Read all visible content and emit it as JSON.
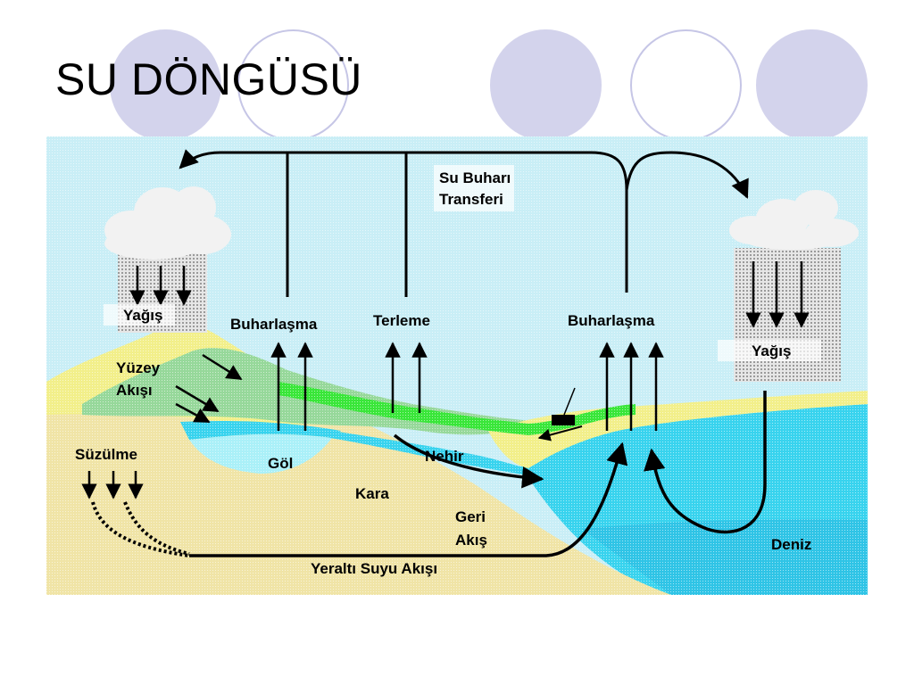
{
  "slide": {
    "title": "SU DÖNGÜSÜ"
  },
  "colors": {
    "sky": "#c9eef6",
    "land_sand": "#f0e4a6",
    "land_yellow": "#f2ef8a",
    "vegetation_green": "#96d89a",
    "grass_bright": "#39e639",
    "water": "#38d3ee",
    "lake_water": "#aaf0f8",
    "cloud": "#f2f2f2",
    "rain": "#cfcfcf",
    "arrow": "#000000",
    "deco_circle_fill": "#d3d3ec",
    "deco_circle_outline": "#c6c6e6"
  },
  "icons": [
    "rain-cloud-icon",
    "ship-icon"
  ],
  "labels": {
    "vapor_transfer_line1": "Su Buharı",
    "vapor_transfer_line2": "Transferi",
    "precipitation_left": "Yağış",
    "precipitation_right": "Yağış",
    "evaporation_lake": "Buharlaşma",
    "transpiration": "Terleme",
    "evaporation_sea": "Buharlaşma",
    "surface_runoff_line1": "Yüzey",
    "surface_runoff_line2": "Akışı",
    "infiltration": "Süzülme",
    "lake": "Göl",
    "river": "Nehir",
    "land": "Kara",
    "return_flow_line1": "Geri",
    "return_flow_line2": "Akış",
    "groundwater_flow": "Yeraltı Suyu Akışı",
    "sea": "Deniz"
  }
}
